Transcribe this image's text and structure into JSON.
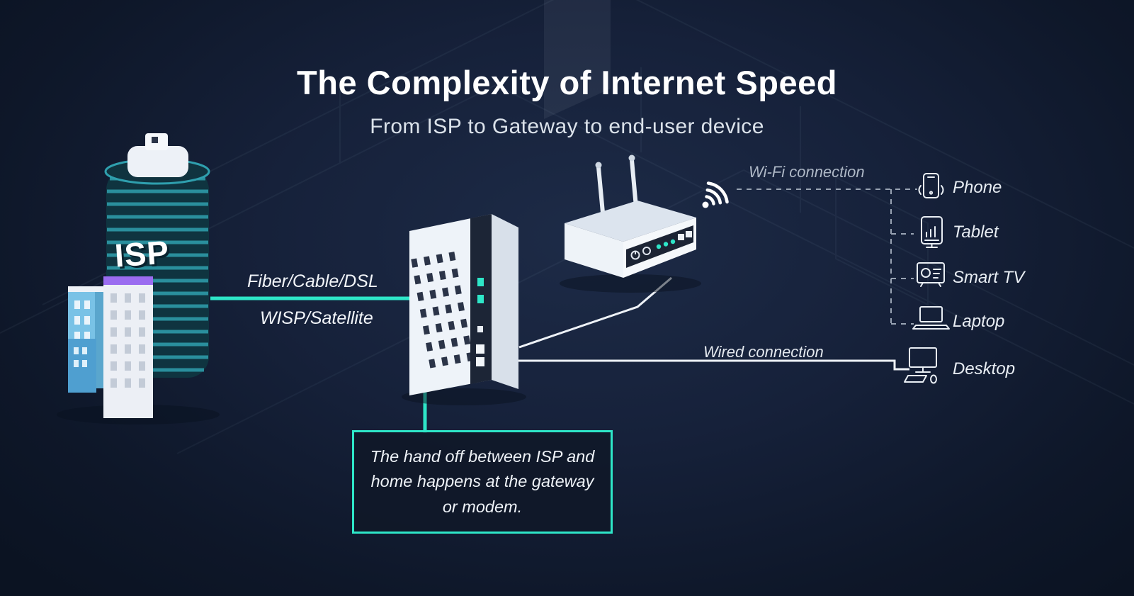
{
  "header": {
    "title": "The Complexity of Internet Speed",
    "subtitle": "From ISP to Gateway to end-user device"
  },
  "isp": {
    "label": "ISP"
  },
  "connections": {
    "link_label_top": "Fiber/Cable/DSL",
    "link_label_bottom": "WISP/Satellite",
    "wifi_label": "Wi-Fi connection",
    "wired_label": "Wired connection"
  },
  "devices": [
    {
      "id": "phone",
      "label": "Phone"
    },
    {
      "id": "tablet",
      "label": "Tablet"
    },
    {
      "id": "smart-tv",
      "label": "Smart TV"
    },
    {
      "id": "laptop",
      "label": "Laptop"
    },
    {
      "id": "desktop",
      "label": "Desktop"
    }
  ],
  "callout": {
    "text": "The hand off between ISP and home happens at the gateway or modem."
  },
  "icons": [
    "isp-building-icon",
    "gateway-modem-icon",
    "wifi-router-icon",
    "wifi-signal-icon",
    "phone-icon",
    "tablet-icon",
    "smart-tv-icon",
    "laptop-icon",
    "desktop-icon"
  ],
  "colors": {
    "background": "#121b2e",
    "accent_teal": "#2ee6c8",
    "tower_teal_dark": "#0f3440",
    "tower_teal_stripe": "#2f9fae",
    "purple_accent": "#9a6cf0",
    "building_blue": "#79c2e6",
    "line_white": "#eef2f7",
    "dashed_gray": "#98a3b3",
    "title_white": "#ffffff"
  }
}
